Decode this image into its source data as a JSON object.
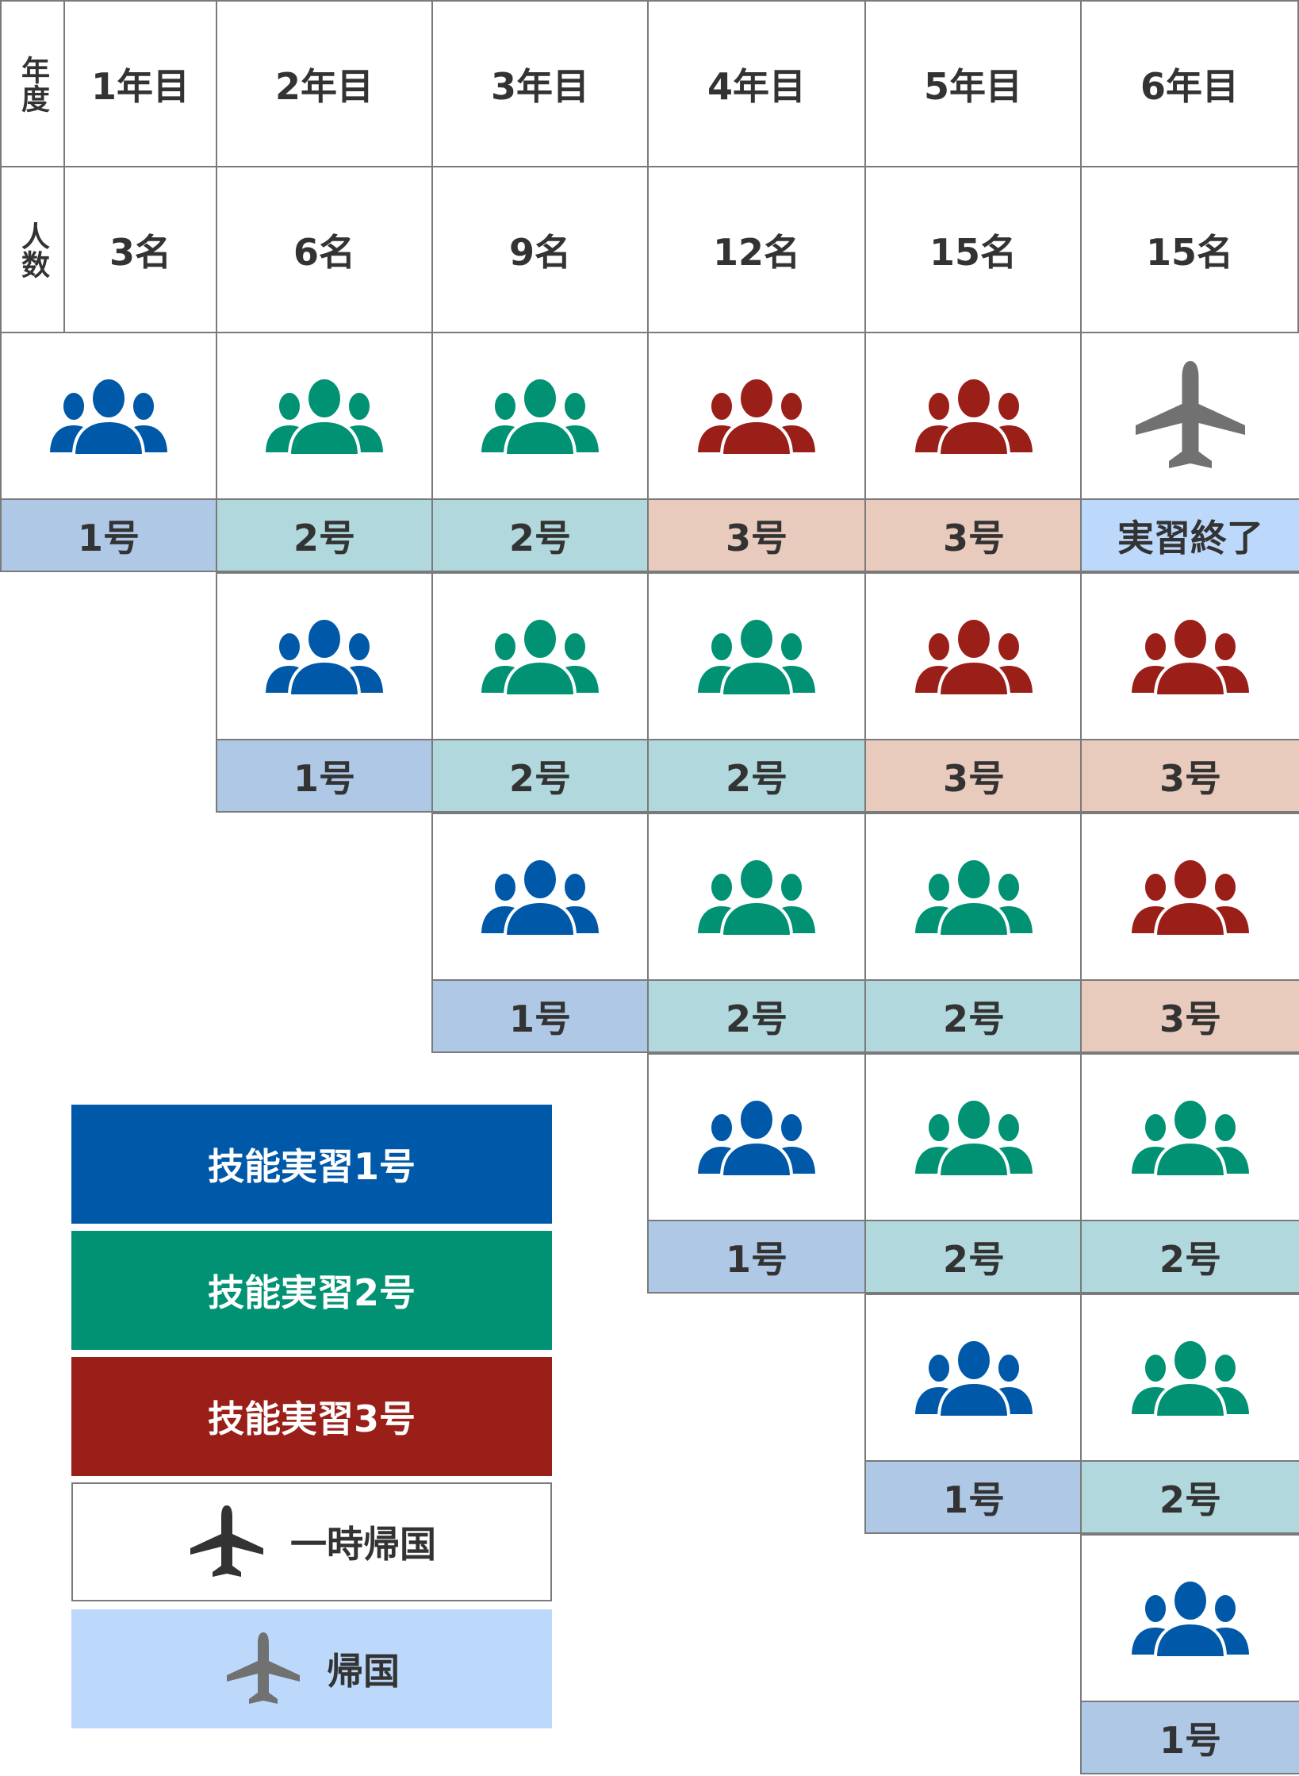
{
  "header": {
    "year_label": "年度",
    "people_label": "人数",
    "years": [
      "1年目",
      "2年目",
      "3年目",
      "4年目",
      "5年目",
      "6年目"
    ],
    "counts": [
      "3名",
      "6名",
      "9名",
      "12名",
      "15名",
      "15名"
    ]
  },
  "cohorts": [
    {
      "start_year": 1,
      "stages": [
        "1号",
        "2号",
        "2号",
        "3号",
        "3号",
        "実習終了"
      ]
    },
    {
      "start_year": 2,
      "stages": [
        "1号",
        "2号",
        "2号",
        "3号",
        "3号"
      ]
    },
    {
      "start_year": 3,
      "stages": [
        "1号",
        "2号",
        "2号",
        "3号"
      ]
    },
    {
      "start_year": 4,
      "stages": [
        "1号",
        "2号",
        "2号"
      ]
    },
    {
      "start_year": 5,
      "stages": [
        "1号",
        "2号"
      ]
    },
    {
      "start_year": 6,
      "stages": [
        "1号"
      ]
    }
  ],
  "legend": {
    "items": [
      {
        "label": "技能実習1号",
        "type": "stage1"
      },
      {
        "label": "技能実習2号",
        "type": "stage2"
      },
      {
        "label": "技能実習3号",
        "type": "stage3"
      },
      {
        "label": "一時帰国",
        "type": "temporary-return",
        "icon": "airplane-icon"
      },
      {
        "label": "帰国",
        "type": "return-home",
        "icon": "airplane-icon"
      }
    ]
  },
  "colors": {
    "stage1_icon": "#0058a8",
    "stage2_icon": "#009273",
    "stage3_icon": "#9a1f19",
    "stage1_label_bg": "#afc8e6",
    "stage2_label_bg": "#b1d9dd",
    "stage3_label_bg": "#e8cbbd",
    "finished_label_bg": "#bcd9fb",
    "plane_gray": "#717171",
    "plane_dark": "#333333",
    "border": "#7a7a7a",
    "text": "#333333"
  }
}
